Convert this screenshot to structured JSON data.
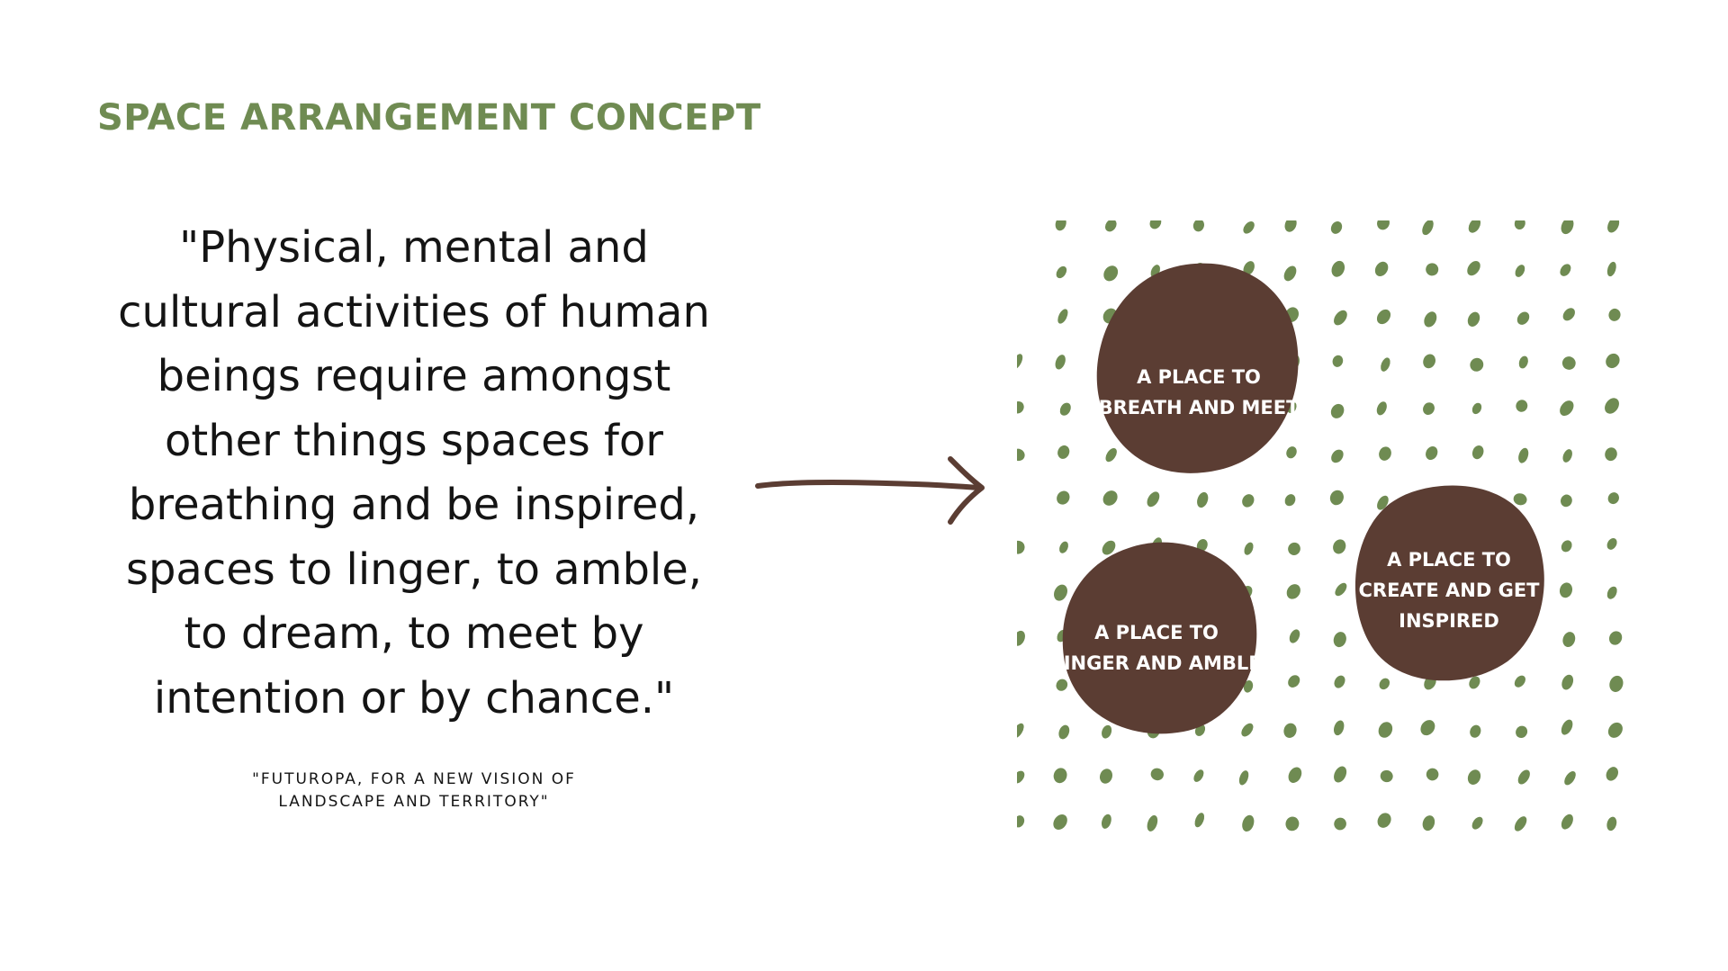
{
  "slide": {
    "title": "SPACE ARRANGEMENT CONCEPT"
  },
  "quote": {
    "lines": [
      "\"Physical, mental and",
      "cultural activities of human",
      "beings require amongst",
      "other things spaces for",
      "breathing and be inspired,",
      "spaces to linger, to amble,",
      "to dream, to meet by",
      "intention or by chance.\""
    ],
    "citation_lines": [
      "\"FUTUROPA, FOR A NEW VISION OF",
      "LANDSCAPE AND TERRITORY\""
    ]
  },
  "circles": [
    {
      "lines": [
        "A PLACE TO",
        "BREATH AND MEET"
      ]
    },
    {
      "lines": [
        "A PLACE TO",
        "CREATE AND GET",
        "INSPIRED"
      ]
    },
    {
      "lines": [
        "A PLACE TO",
        "LINGER AND AMBLE"
      ]
    }
  ],
  "colors": {
    "title": "#6f8b52",
    "dots": "#6f8b52",
    "circle": "#5b3d33",
    "arrow": "#5b3d33",
    "text": "#141414",
    "label": "#ffffff"
  }
}
